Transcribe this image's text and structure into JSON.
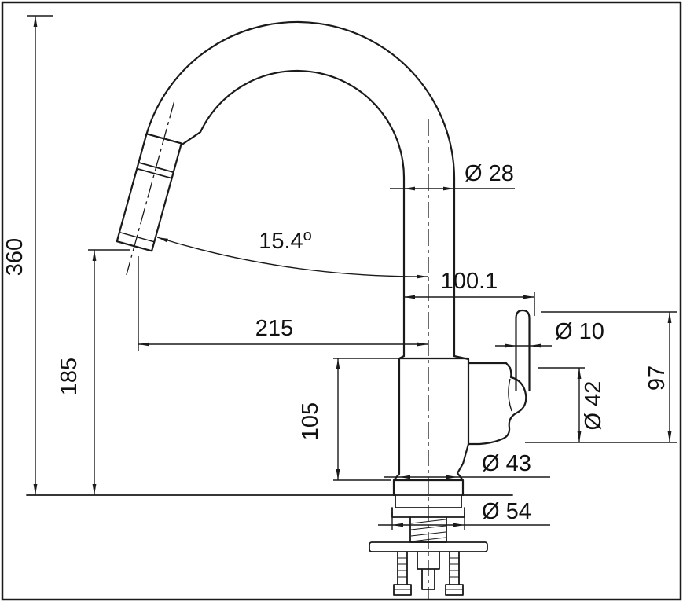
{
  "drawing": {
    "ink_color": "#1a1a1a",
    "background_color": "#ffffff"
  },
  "dimensions": {
    "total_height": "360",
    "outlet_height": "185",
    "spout_reach": "215",
    "body_height": "105",
    "handle_reach": "100.1",
    "handle_height": "97",
    "spout_tube_diameter": "Ø 28",
    "lever_diameter": "Ø 10",
    "cartridge_diameter": "Ø 42",
    "body_base_diameter": "Ø 43",
    "base_flange_diameter": "Ø 54",
    "spray_angle_value": "15.4",
    "spray_angle_unit": "o"
  }
}
